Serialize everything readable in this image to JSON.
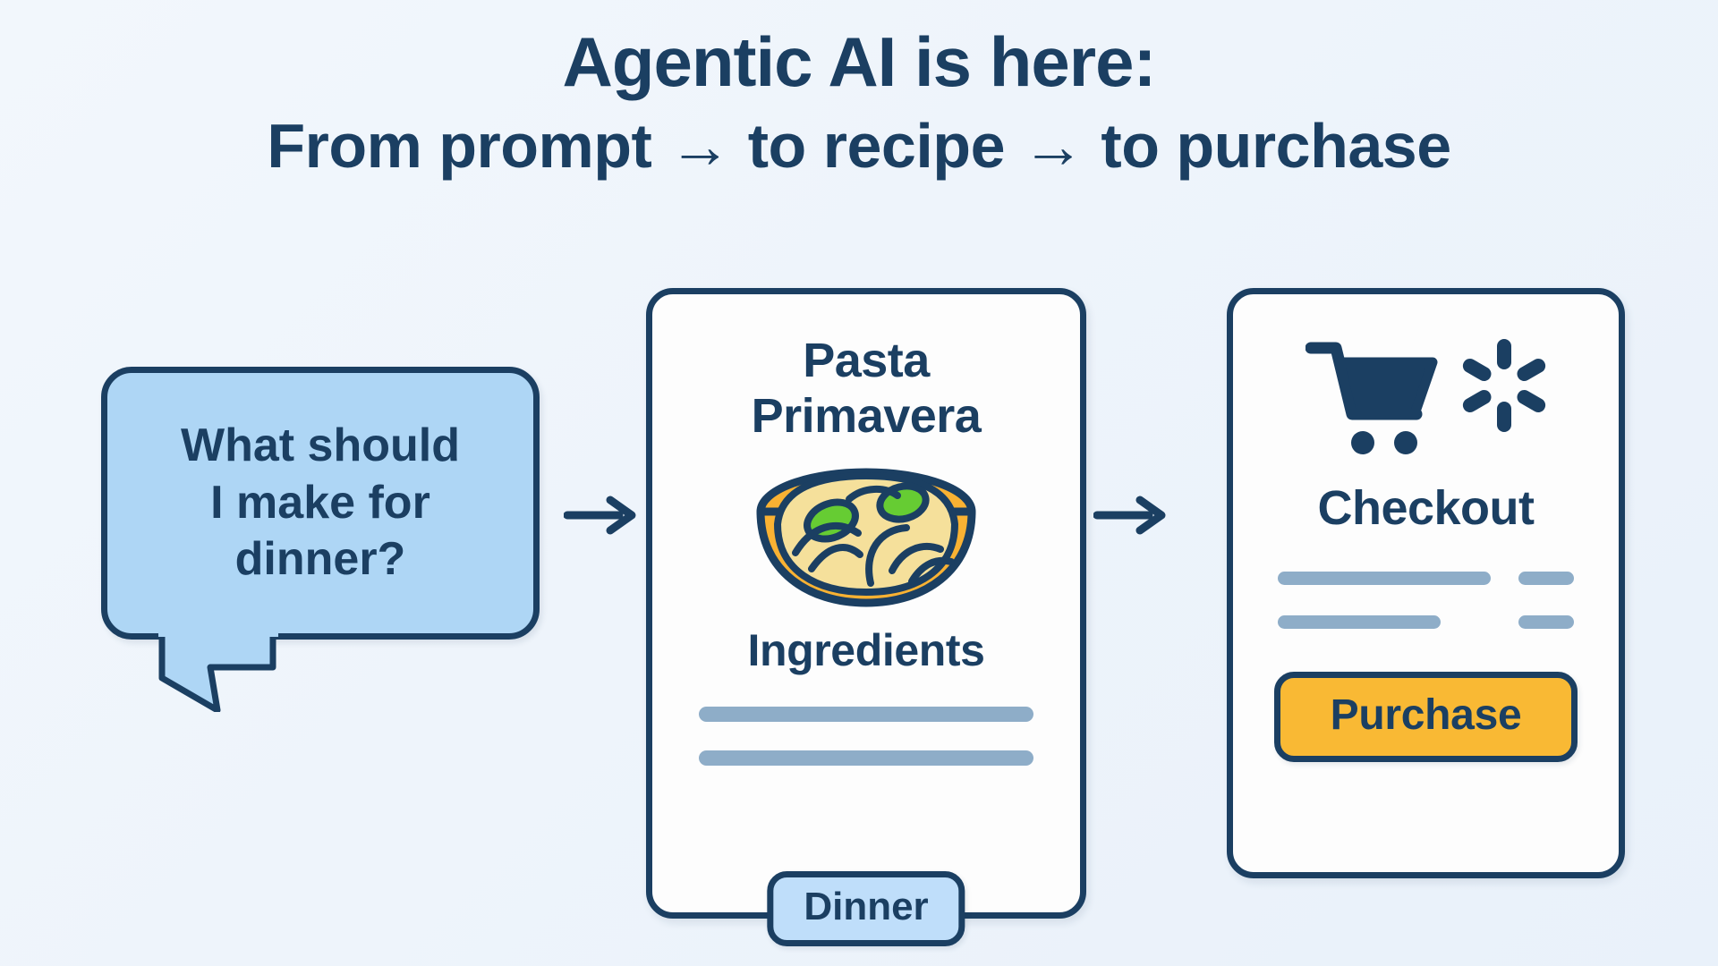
{
  "title": {
    "line1": "Agentic AI is here:",
    "line2": "From prompt → to recipe → to purchase"
  },
  "colors": {
    "navy": "#1b3f62",
    "bubble_fill": "#aed6f5",
    "badge_fill": "#bfdefa",
    "amber": "#f9b934",
    "bowl_orange": "#f9b233",
    "noodle_cream": "#f5e09b",
    "pea_green": "#66cc33",
    "placeholder_bar": "#8eadc8",
    "card_white": "#fdfdfd",
    "background": "#eef4fb"
  },
  "stage1_prompt": {
    "bubble_text": "What should I make for dinner?",
    "bubble_line1": "What should",
    "bubble_line2": "I make for",
    "bubble_line3": "dinner?",
    "tail_icon": "speech-bubble-tail"
  },
  "arrows": [
    {
      "name": "arrow-prompt-to-recipe",
      "glyph": "→"
    },
    {
      "name": "arrow-recipe-to-checkout",
      "glyph": "→"
    }
  ],
  "stage2_recipe": {
    "title_line1": "Pasta",
    "title_line2": "Primavera",
    "image_icon": "pasta-bowl-icon",
    "section_heading": "Ingredients",
    "ingredient_placeholder_count": 2,
    "badge_label": "Dinner"
  },
  "stage3_checkout": {
    "cart_icon": "shopping-cart-icon",
    "brand_icon": "walmart-spark-icon",
    "title": "Checkout",
    "receipt_row_count": 2,
    "purchase_label": "Purchase"
  }
}
